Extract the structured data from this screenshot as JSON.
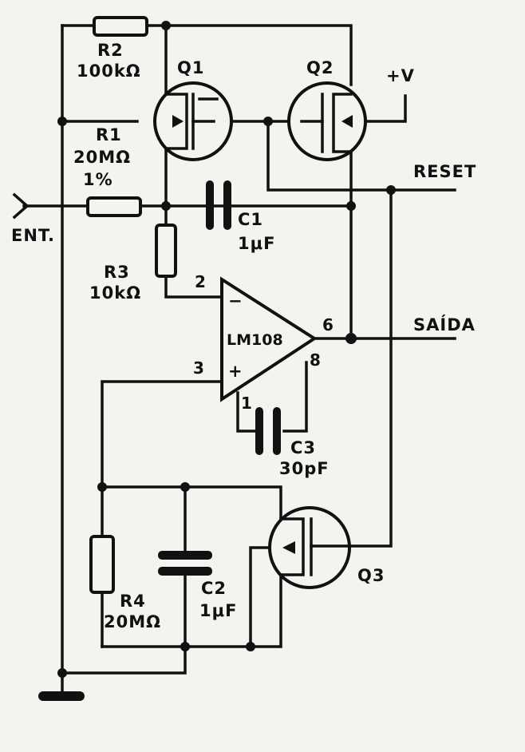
{
  "components": {
    "r2": {
      "ref": "R2",
      "value": "100kΩ"
    },
    "r1": {
      "ref": "R1",
      "value": "20MΩ",
      "tolerance": "1%"
    },
    "r3": {
      "ref": "R3",
      "value": "10kΩ"
    },
    "r4": {
      "ref": "R4",
      "value": "20MΩ"
    },
    "c1": {
      "ref": "C1",
      "value": "1μF"
    },
    "c2": {
      "ref": "C2",
      "value": "1μF"
    },
    "c3": {
      "ref": "C3",
      "value": "30pF"
    },
    "q1": {
      "ref": "Q1"
    },
    "q2": {
      "ref": "Q2"
    },
    "q3": {
      "ref": "Q3"
    },
    "opamp": {
      "ref": "LM108",
      "pin_inv": "2",
      "pin_noninv": "3",
      "pin_out": "6",
      "pin_comp1": "1",
      "pin_comp2": "8",
      "sign_inv": "−",
      "sign_noninv": "+"
    }
  },
  "nets": {
    "supply": "+V",
    "input": "ENT.",
    "reset": "RESET",
    "output": "SAÍDA"
  }
}
